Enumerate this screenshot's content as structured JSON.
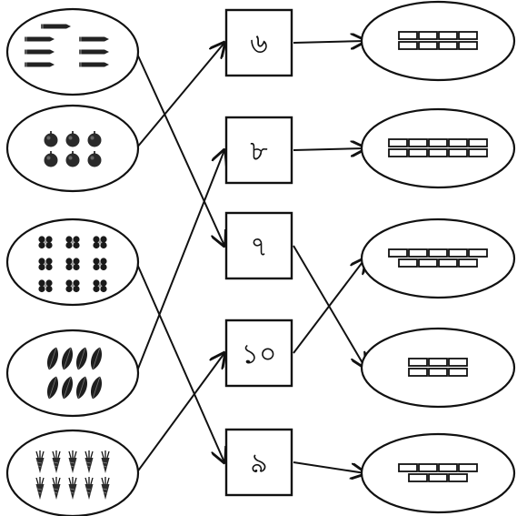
{
  "numbers": [
    {
      "label": "৬"
    },
    {
      "label": "৮"
    },
    {
      "label": "৭"
    },
    {
      "label": "১০"
    },
    {
      "label": "৯"
    }
  ],
  "left_groups": [
    {
      "item": "pencil",
      "count": 7,
      "target_number": "৭"
    },
    {
      "item": "round-fruit",
      "count": 6,
      "target_number": "৬"
    },
    {
      "item": "flower",
      "count": 9,
      "target_number": "৯"
    },
    {
      "item": "leaf",
      "count": 8,
      "target_number": "৮"
    },
    {
      "item": "carrot",
      "count": 10,
      "target_number": "১০"
    }
  ],
  "right_groups": [
    {
      "item": "brick",
      "count": 8,
      "source_number": "৬"
    },
    {
      "item": "brick",
      "count": 10,
      "source_number": "৮"
    },
    {
      "item": "brick",
      "count": 9,
      "source_number": "১০"
    },
    {
      "item": "brick",
      "count": 6,
      "source_number": "৭"
    },
    {
      "item": "brick",
      "count": 7,
      "source_number": "৯"
    }
  ],
  "colors": {
    "ink": "#111111",
    "paper": "#ffffff"
  }
}
